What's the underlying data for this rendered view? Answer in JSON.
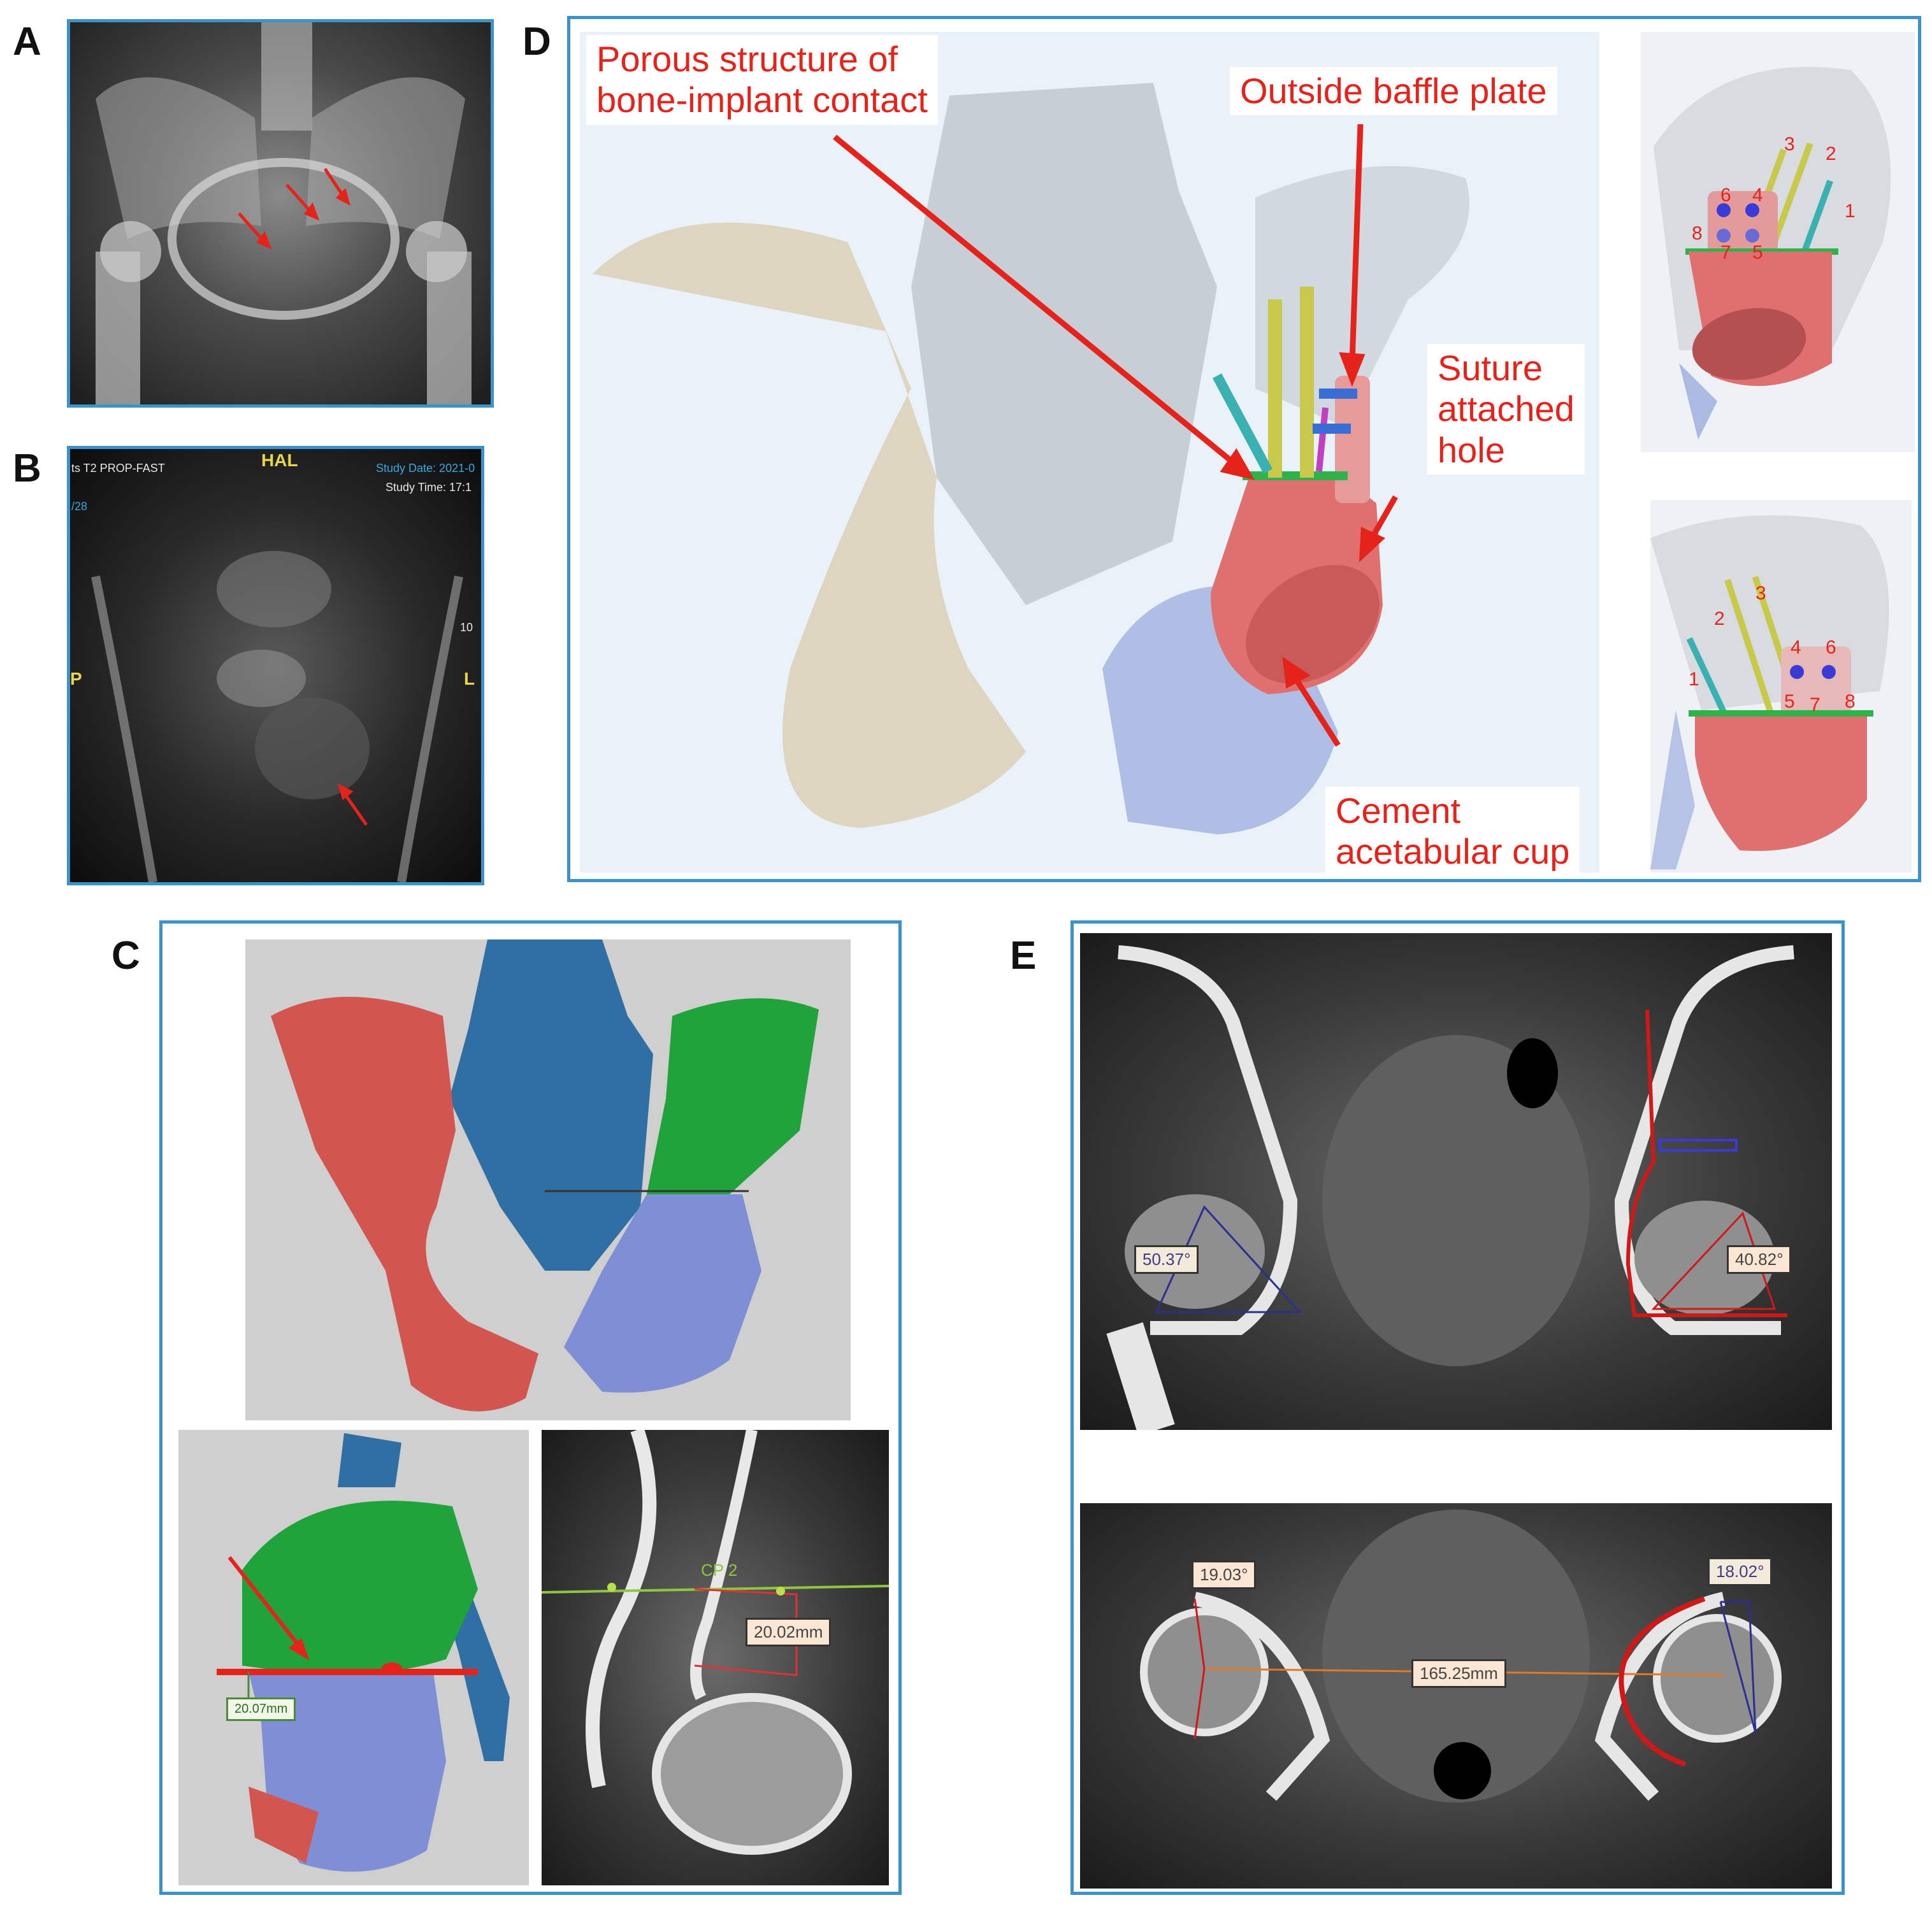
{
  "panels": {
    "a": {
      "letter": "A"
    },
    "b": {
      "letter": "B",
      "overlay": {
        "top_center": "HAL",
        "top_left": "ts T2 PROP-FAST",
        "slice": "/28",
        "study_date": "Study Date: 2021-0",
        "study_time": "Study Time: 17:1",
        "left_marker": "P",
        "right_marker": "L",
        "right_number": "10"
      }
    },
    "c": {
      "letter": "C",
      "measure_bottom_left": "20.07mm",
      "measure_bottom_right": "20.02mm",
      "plane_label": "CP 2"
    },
    "d": {
      "letter": "D",
      "labels": {
        "porous_line1": "Porous structure of",
        "porous_line2": "bone-implant contact",
        "baffle": "Outside baffle plate",
        "suture_line1": "Suture",
        "suture_line2": "attached",
        "suture_line3": "hole",
        "cement_line1": "Cement",
        "cement_line2": "acetabular cup"
      },
      "screw_numbers_top": [
        "3",
        "2",
        "1",
        "6",
        "4",
        "8",
        "7",
        "5"
      ],
      "screw_numbers_bottom": [
        "3",
        "2",
        "1",
        "4",
        "6",
        "5",
        "7",
        "8"
      ]
    },
    "e": {
      "letter": "E",
      "angle_left_top": "50.37°",
      "angle_right_top": "40.82°",
      "angle_left_bottom": "19.03°",
      "angle_right_bottom": "18.02°",
      "distance_bottom": "165.25mm"
    }
  },
  "colors": {
    "frame": "#3b93c9",
    "annotation_red": "#e5231b",
    "implant": "#e07070",
    "bone_blue": "#2f6fa3",
    "bone_red": "#d2564f",
    "bone_green": "#20a33a",
    "bone_lavender": "#7f8fd6"
  }
}
